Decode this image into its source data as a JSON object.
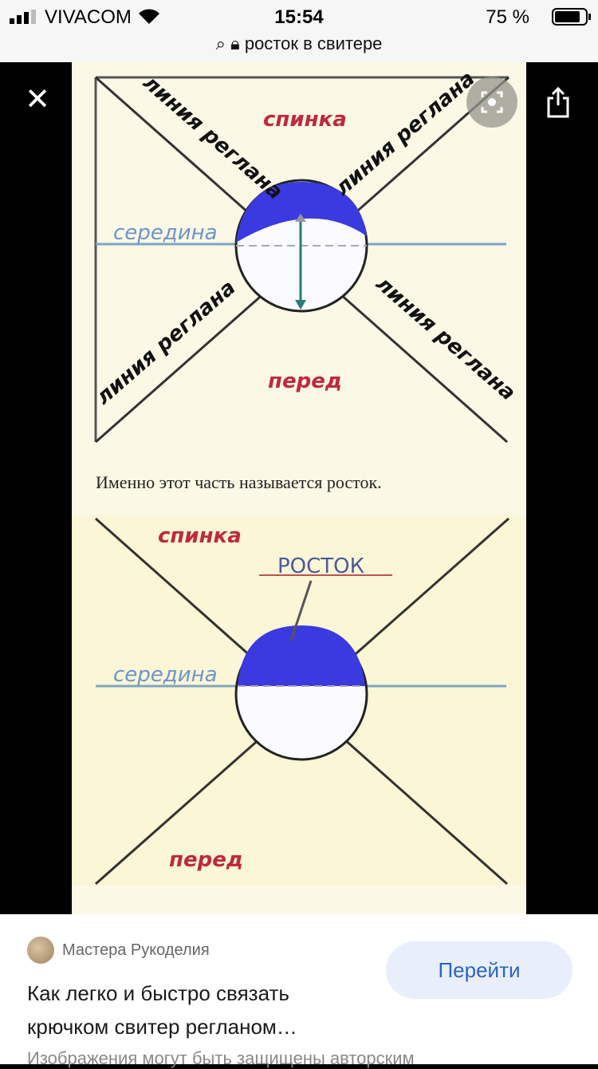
{
  "status": {
    "carrier": "VIVACOM",
    "time": "15:54",
    "battery": "75 %",
    "url": "росток в свитере"
  },
  "diagram1": {
    "back": "спинка",
    "front": "перед",
    "middle": "середина",
    "raglan": "линия реглана"
  },
  "caption": "Именно этот часть называется росток.",
  "diagram2": {
    "back": "спинка",
    "front": "перед",
    "middle": "середина",
    "label": "РОСТОК"
  },
  "card": {
    "source": "Мастера Рукоделия",
    "title": "Как легко и быстро связать крючком свитер регланом…",
    "button": "Перейти",
    "note": "Изображения могут быть защищены авторским"
  }
}
